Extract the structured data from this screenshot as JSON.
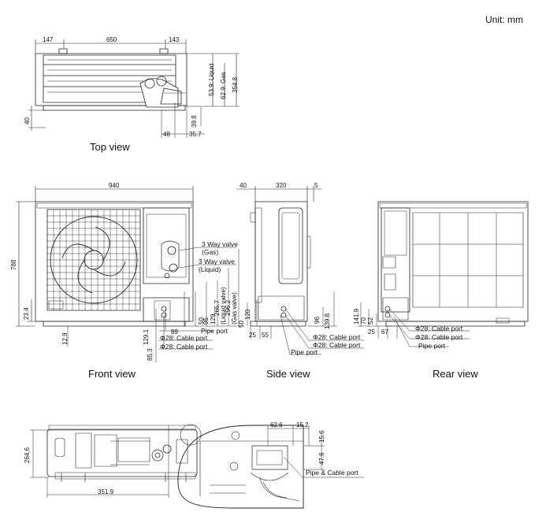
{
  "unit_label": "Unit: mm",
  "views": {
    "top": "Top view",
    "front": "Front view",
    "side": "Side view",
    "rear": "Rear view"
  },
  "top_view_dims": {
    "d147": "147",
    "d650": "650",
    "d143": "143",
    "liquid": "53.9: Liquid",
    "gas": "62.9: Gas",
    "d354_8": "354.8",
    "d40": "40",
    "d48": "48",
    "d35_7": "35.7",
    "d39_8": "39.8"
  },
  "front_view_dims": {
    "d940": "940",
    "d788": "788",
    "d23_4": "23.4",
    "d12_9": "12.9",
    "d89": "89",
    "d50": "50",
    "d95": "95",
    "d129": "129",
    "d265_7": "265.7",
    "liquid_valve": "(Liquid valve)",
    "d296_2": "296.2",
    "gas_valve": "(Gas valve)",
    "d129_1": "129.1",
    "d85_3": "85.3",
    "valve_gas": "3 Way valve",
    "valve_gas_sub": "(Gas)",
    "valve_liquid": "3 Way valve",
    "valve_liquid_sub": "(Liquid)",
    "pipe_port": "Pipe port",
    "cable_port_1": "Φ28: Cable port",
    "cable_port_2": "Φ28: Cable port"
  },
  "side_view_dims": {
    "d40": "40",
    "d320": "320",
    "d5": "5",
    "d50": "50",
    "d120": "120",
    "d25": "25",
    "d55": "55",
    "d96": "96",
    "d139_8": "139.8",
    "cable_port_1": "Φ28: Cable port",
    "cable_port_2": "Φ28: Cable port",
    "pipe_port": "Pipe port"
  },
  "rear_view_dims": {
    "d141_9": "141.9",
    "d70": "70",
    "d52": "52",
    "d25": "25",
    "d67": "67",
    "cable_port_1": "Φ28: Cable port",
    "cable_port_2": "Φ28: Cable port",
    "pipe_port": "Pipe port"
  },
  "bottom_view_dims": {
    "d264_6": "264.6",
    "d351_9": "351.9"
  },
  "detail_view_dims": {
    "d62_6": "62.6",
    "d15_2": "15.2",
    "d15_6": "15.6",
    "d47_6": "47.6",
    "pipe_cable_port": "Pipe & Cable port"
  }
}
